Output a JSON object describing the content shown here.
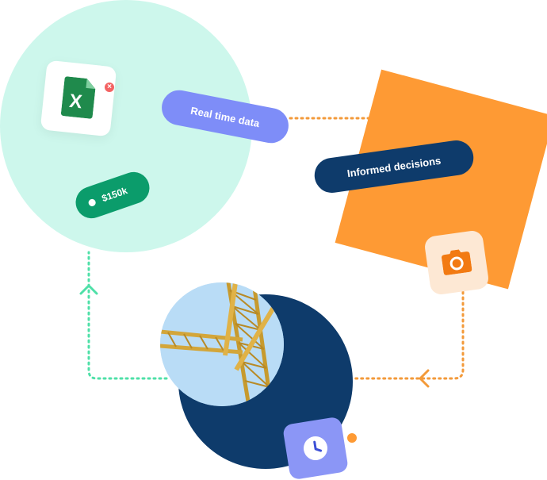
{
  "labels": {
    "real_time_data": "Real time data",
    "informed_decisions": "Informed decisions",
    "price": "$150k"
  },
  "icons": {
    "spreadsheet": "excel-file-icon",
    "camera": "camera-icon",
    "clock": "clock-icon",
    "photo": "construction-crane-photo"
  },
  "colors": {
    "mint": "#cdf7ec",
    "green": "#0b9c6b",
    "periwinkle": "#7e8df8",
    "orange": "#fe9a34",
    "navy": "#0e3b6b",
    "teal_dots": "#4fe0a8",
    "orange_dots": "#f39a3a"
  }
}
